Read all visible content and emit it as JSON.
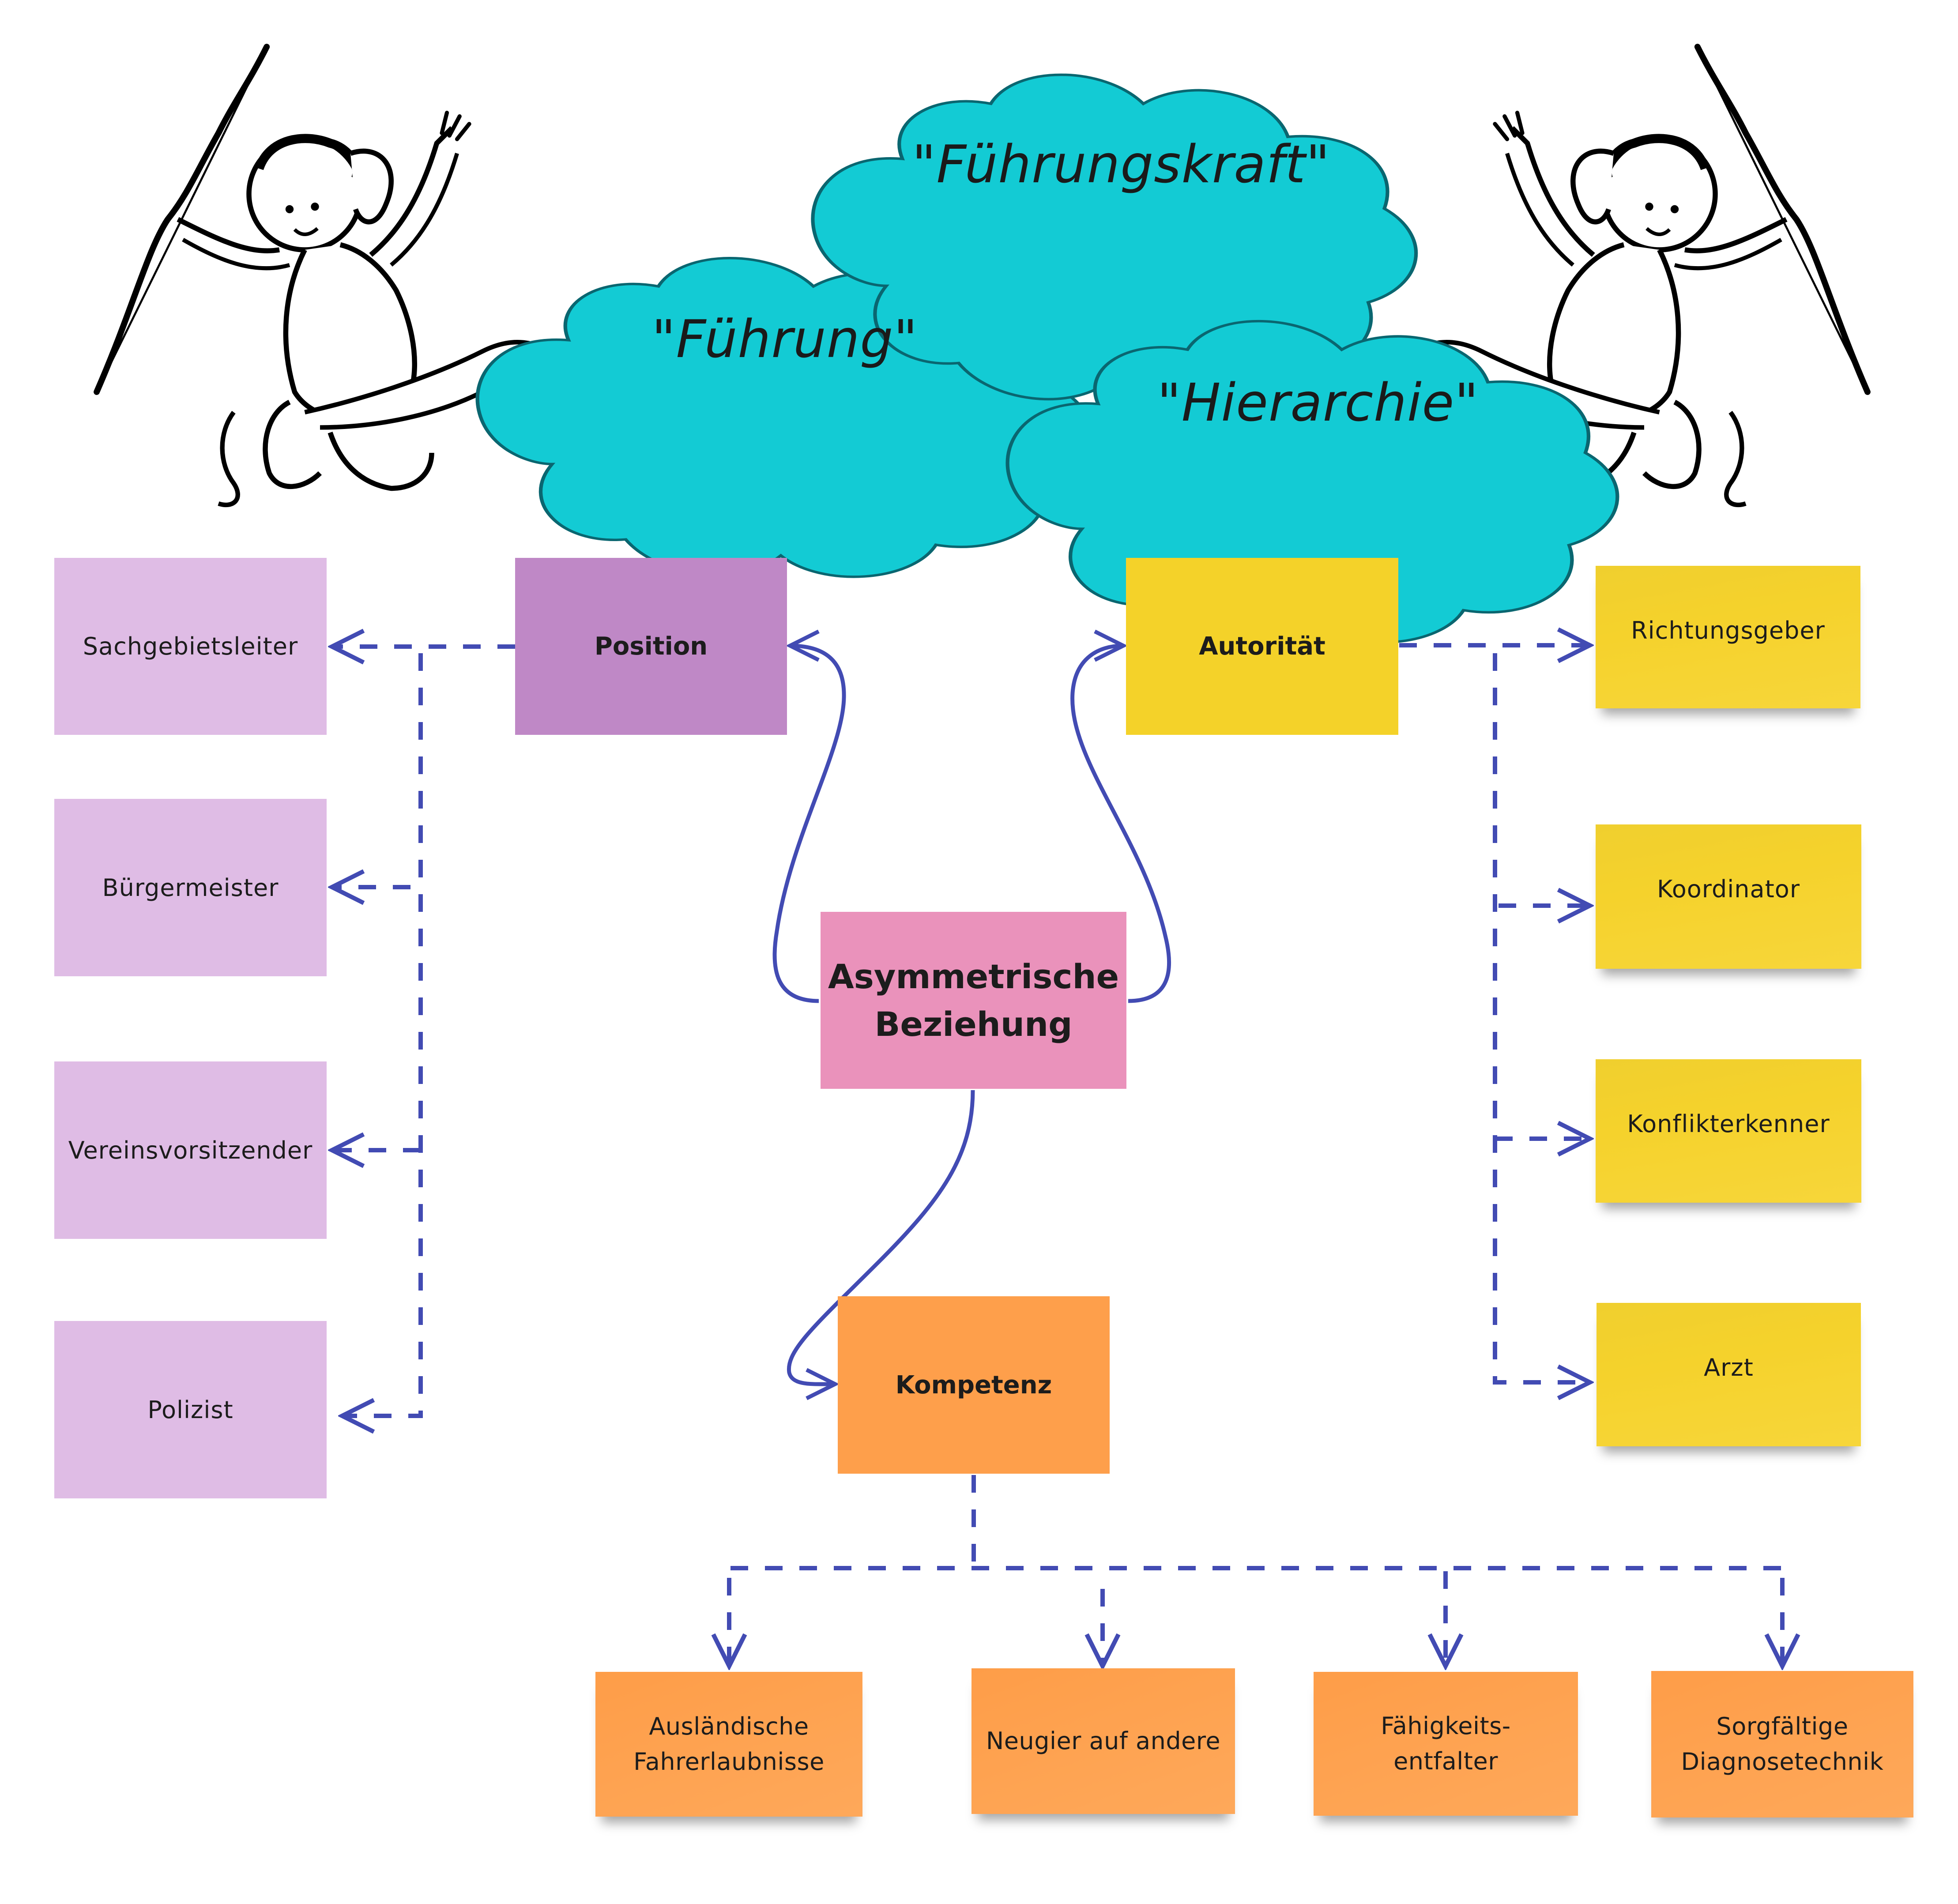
{
  "clouds": {
    "fuehrungskraft": "\"Führungskraft\"",
    "fuehrung": "\"Führung\"",
    "hierarchie": "\"Hierarchie\""
  },
  "center": {
    "line1": "Asymmetrische",
    "line2": "Beziehung"
  },
  "position": {
    "label": "Position",
    "children": [
      "Sachgebietsleiter",
      "Bürgermeister",
      "Vereinsvorsitzender",
      "Polizist"
    ]
  },
  "autoritaet": {
    "label": "Autorität",
    "children": [
      "Richtungsgeber",
      "Koordinator",
      "Konflikterkenner",
      "Arzt"
    ]
  },
  "kompetenz": {
    "label": "Kompetenz",
    "children": [
      {
        "line1": "Ausländische",
        "line2": "Fahrerlaubnisse"
      },
      {
        "line1": "Neugier auf andere",
        "line2": ""
      },
      {
        "line1": "Fähigkeits-",
        "line2": "entfalter"
      },
      {
        "line1": "Sorgfältige",
        "line2": "Diagnosetechnik"
      }
    ]
  },
  "colors": {
    "cloud_fill": "#13cbd4",
    "cloud_stroke": "#0a6670",
    "connector": "#424bb3",
    "position_light": "#dfbce5",
    "position_dark": "#bf88c6",
    "autoritaet": "#f4d229",
    "center": "#ea92bb",
    "kompetenz": "#fe9f4b"
  }
}
